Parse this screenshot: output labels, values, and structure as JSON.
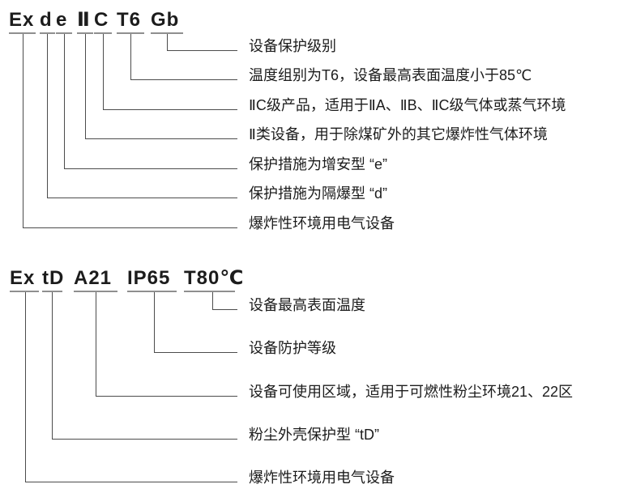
{
  "colors": {
    "background": "#ffffff",
    "text": "#1c1c1c",
    "underline_line": "#8f8f8f",
    "connector_line": "#4c4c4c"
  },
  "diagram1": {
    "code": "Ex d e ⅡC T6 Gb",
    "parts": [
      {
        "text": "Ex"
      },
      {
        "text": "d"
      },
      {
        "text": "e"
      },
      {
        "text": "Ⅱ"
      },
      {
        "text": "C"
      },
      {
        "text": "T6"
      },
      {
        "text": "Gb"
      }
    ],
    "callouts": [
      {
        "for": "Gb",
        "text": "设备保护级别"
      },
      {
        "for": "T6",
        "text": "温度组别为T6，设备最高表面温度小于85℃"
      },
      {
        "for": "C",
        "text": "ⅡC级产品，适用于ⅡA、ⅡB、ⅡC级气体或蒸气环境"
      },
      {
        "for": "Ⅱ",
        "text": "Ⅱ类设备，用于除煤矿外的其它爆炸性气体环境"
      },
      {
        "for": "e",
        "text": "保护措施为增安型 “e”"
      },
      {
        "for": "d",
        "text": "保护措施为隔爆型 “d”"
      },
      {
        "for": "Ex",
        "text": "爆炸性环境用电气设备"
      }
    ]
  },
  "diagram2": {
    "code": "Ex tD A21 IP65 T80℃",
    "parts": [
      {
        "text": "Ex"
      },
      {
        "text": "tD"
      },
      {
        "text": "A21"
      },
      {
        "text": "IP65"
      },
      {
        "text": "T80℃"
      }
    ],
    "callouts": [
      {
        "for": "T80℃",
        "text": "设备最高表面温度"
      },
      {
        "for": "IP65",
        "text": "设备防护等级"
      },
      {
        "for": "A21",
        "text": "设备可使用区域，适用于可燃性粉尘环境21、22区"
      },
      {
        "for": "tD",
        "text": "粉尘外壳保护型 “tD”"
      },
      {
        "for": "Ex",
        "text": "爆炸性环境用电气设备"
      }
    ]
  }
}
